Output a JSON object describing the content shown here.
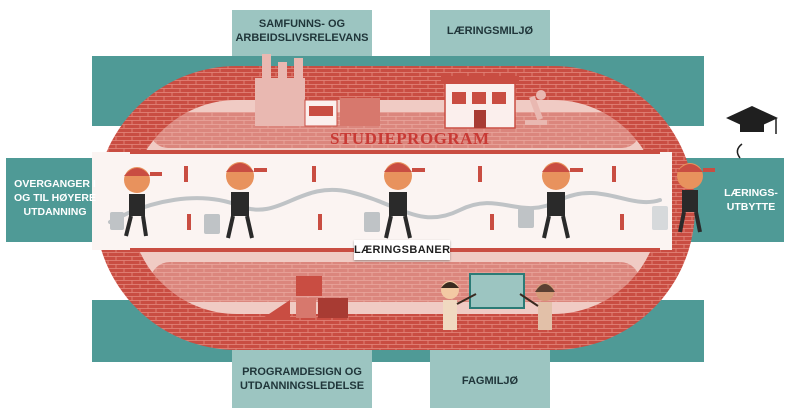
{
  "labels": {
    "top_left": [
      "SAMFUNNS- OG",
      "ARBEIDSLIVSRELEVANS"
    ],
    "top_right": [
      "LÆRINGSMILJØ"
    ],
    "left": [
      "OVERGANGER I",
      "OG TIL HØYERE",
      "UTDANNING"
    ],
    "right": [
      "LÆRINGS-",
      "UTBYTTE"
    ],
    "bottom_left": [
      "PROGRAMDESIGN OG",
      "UTDANNINGSLEDELSE"
    ],
    "bottom_right": [
      "FAGMILJØ"
    ],
    "title": "STUDIEPROGRAM",
    "lane": "LÆRINGSBANER"
  },
  "colors": {
    "teal": "#4f9a96",
    "teal_light": "#9cc5c1",
    "brick": "#c94d42",
    "brick_dark": "#a83b33",
    "track": "#f0cbc4",
    "lane_white": "#fbf4f2",
    "ink": "#1f1f1f"
  }
}
